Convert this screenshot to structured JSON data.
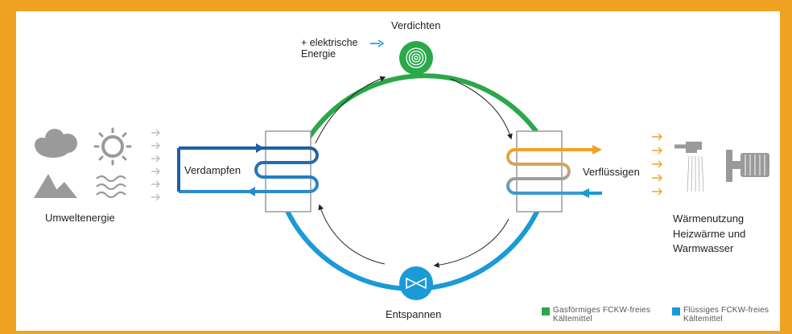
{
  "colors": {
    "border": "#f0a322",
    "gas_green": "#2aa84a",
    "liquid_blue": "#1a9ad6",
    "dark_blue": "#1e5fa6",
    "orange": "#f0a322",
    "grey": "#a8a8a8"
  },
  "labels": {
    "compress": "Verdichten",
    "electric_line1": "+ elektrische",
    "electric_line2": "Energie",
    "evaporate": "Verdampfen",
    "condense": "Verflüssigen",
    "expand": "Entspannen",
    "ambient": "Umweltenergie",
    "heat_use": "Wärmenutzung",
    "heat_use_line2": "Heizwärme und",
    "heat_use_line3": "Warmwasser"
  },
  "legend": [
    {
      "line1": "Gasförmiges FCKW-freies",
      "line2": "Kältemittel",
      "color": "#2aa84a"
    },
    {
      "line1": "Flüssiges FCKW-freies",
      "line2": "Kältemittel",
      "color": "#1a9ad6"
    }
  ],
  "icons": {
    "compressor": "spiral-icon",
    "valve": "expansion-valve-icon",
    "cloud": "cloud-icon",
    "sun": "sun-icon",
    "mountain": "mountain-icon",
    "waves": "waves-icon",
    "shower": "shower-icon",
    "radiator": "radiator-icon"
  }
}
